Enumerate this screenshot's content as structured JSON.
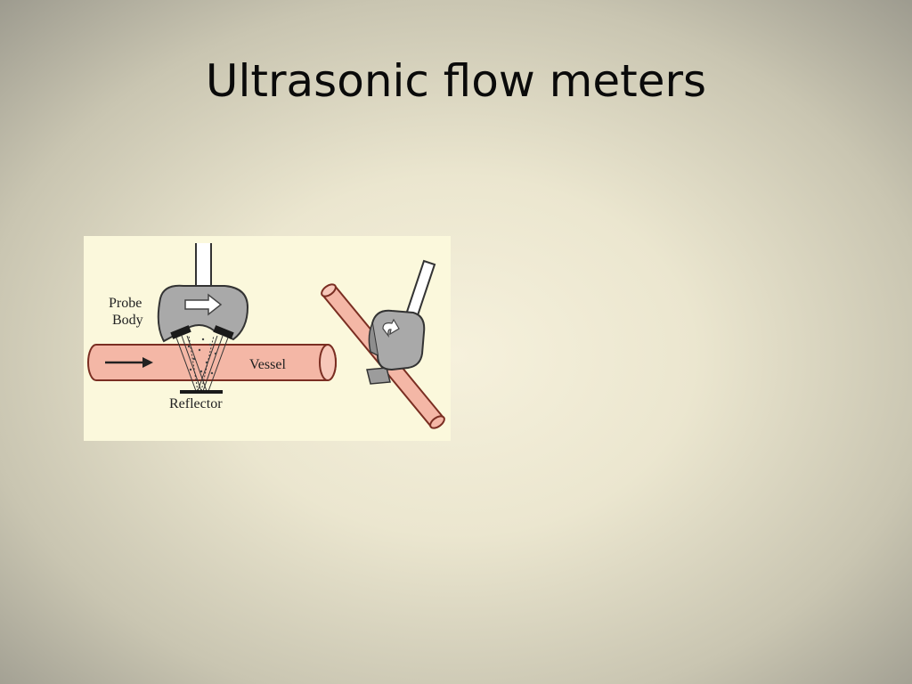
{
  "slide": {
    "title": "Ultrasonic flow meters"
  },
  "figure": {
    "labels": {
      "probe_line1": "Probe",
      "probe_line2": "Body",
      "vessel": "Vessel",
      "reflector": "Reflector"
    },
    "colors": {
      "background": "#fbf8dc",
      "vessel_fill": "#f4b7a6",
      "vessel_stroke": "#7a2e22",
      "probe_fill": "#a9a9a9",
      "probe_stroke": "#333333"
    }
  }
}
